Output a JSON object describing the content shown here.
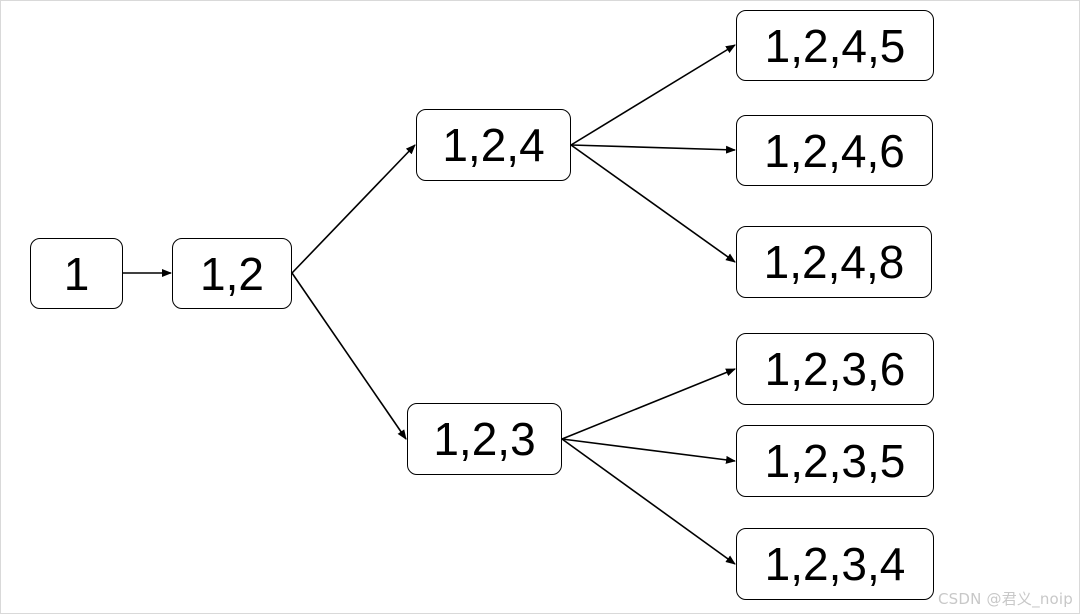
{
  "diagram": {
    "nodes": {
      "n1": "1",
      "n12": "1,2",
      "n124": "1,2,4",
      "n123": "1,2,3",
      "n1245": "1,2,4,5",
      "n1246": "1,2,4,6",
      "n1248": "1,2,4,8",
      "n1236": "1,2,3,6",
      "n1235": "1,2,3,5",
      "n1234": "1,2,3,4"
    },
    "edges": [
      [
        "n1",
        "n12"
      ],
      [
        "n12",
        "n124"
      ],
      [
        "n12",
        "n123"
      ],
      [
        "n124",
        "n1245"
      ],
      [
        "n124",
        "n1246"
      ],
      [
        "n124",
        "n1248"
      ],
      [
        "n123",
        "n1236"
      ],
      [
        "n123",
        "n1235"
      ],
      [
        "n123",
        "n1234"
      ]
    ],
    "colors": {
      "stroke": "#000000",
      "background": "#ffffff",
      "watermark": "#c8c8c8"
    }
  },
  "watermark": "CSDN @君义_noip"
}
